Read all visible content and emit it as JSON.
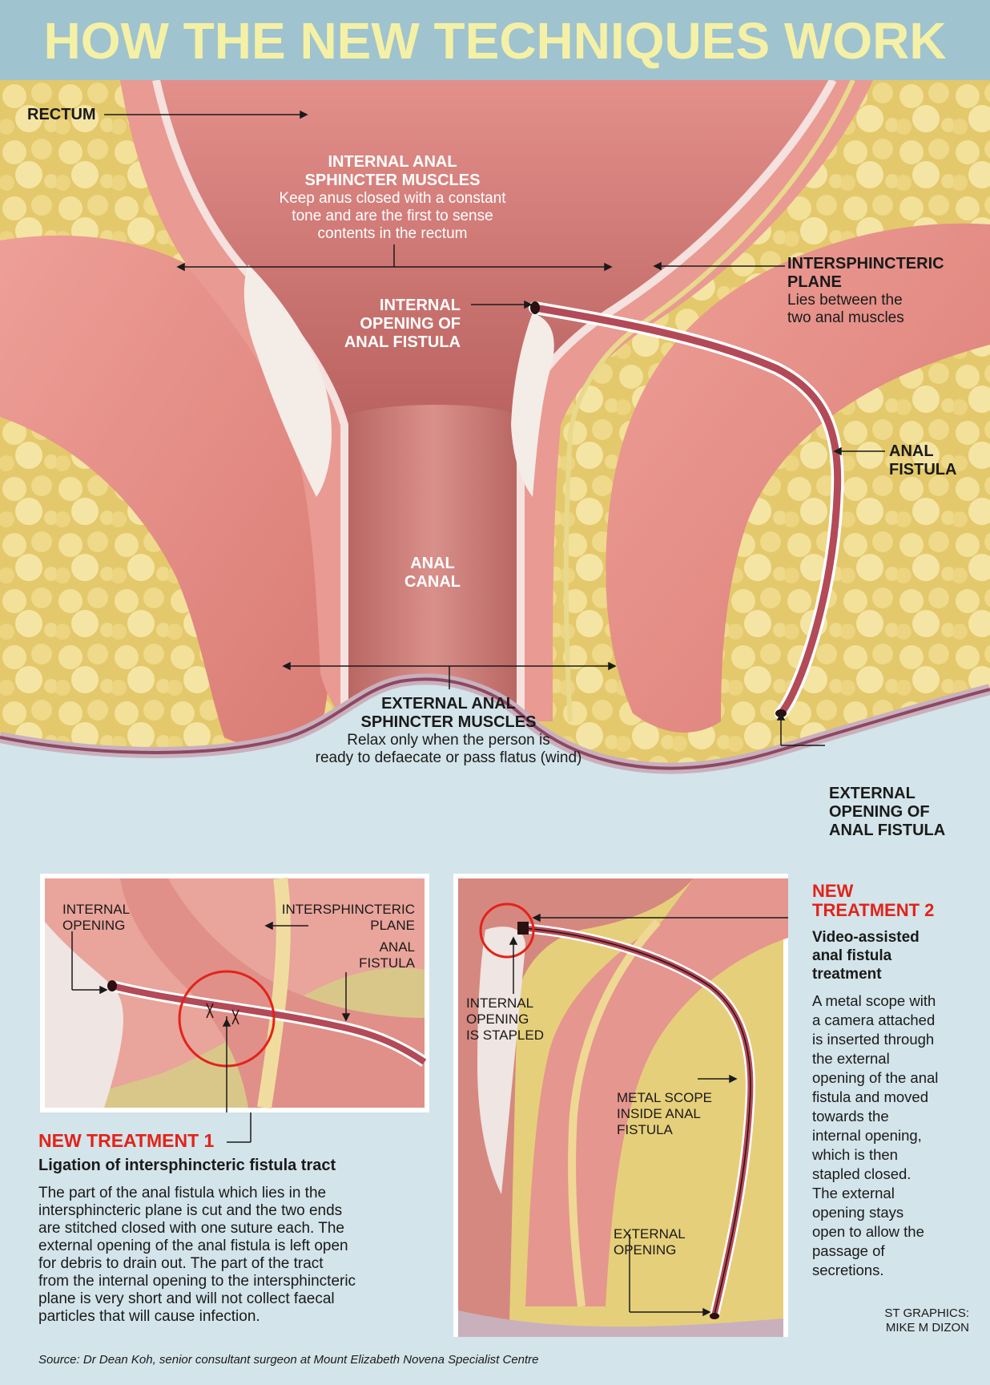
{
  "header": {
    "title": "HOW THE NEW TECHNIQUES WORK"
  },
  "main": {
    "rectum": "RECTUM",
    "internal_sphincter": {
      "title_line1": "INTERNAL ANAL",
      "title_line2": "SPHINCTER MUSCLES",
      "desc_line1": "Keep anus closed with a constant",
      "desc_line2": "tone and are the first to sense",
      "desc_line3": "contents in the rectum"
    },
    "intersphincteric_plane": {
      "title_line1": "INTERSPHINCTERIC",
      "title_line2": "PLANE",
      "desc_line1": "Lies between the",
      "desc_line2": "two anal muscles"
    },
    "internal_opening": {
      "line1": "INTERNAL",
      "line2": "OPENING OF",
      "line3": "ANAL FISTULA"
    },
    "anal_fistula": {
      "line1": "ANAL",
      "line2": "FISTULA"
    },
    "anal_canal": {
      "line1": "ANAL",
      "line2": "CANAL"
    },
    "external_sphincter": {
      "title_line1": "EXTERNAL ANAL",
      "title_line2": "SPHINCTER MUSCLES",
      "desc_line1": "Relax only when the person is",
      "desc_line2": "ready to defaecate or pass flatus (wind)"
    },
    "external_opening": {
      "line1": "EXTERNAL",
      "line2": "OPENING OF",
      "line3": "ANAL FISTULA"
    }
  },
  "treatment1": {
    "inset_labels": {
      "internal_opening_line1": "INTERNAL",
      "internal_opening_line2": "OPENING",
      "intersphincteric_line1": "INTERSPHINCTERIC",
      "intersphincteric_line2": "PLANE",
      "anal_fistula_line1": "ANAL",
      "anal_fistula_line2": "FISTULA"
    },
    "title": "NEW TREATMENT 1",
    "subtitle": "Ligation of intersphincteric fistula tract",
    "body": [
      "The part of the anal fistula which lies in the",
      "intersphincteric plane is cut and the two ends",
      "are stitched closed with one suture each. The",
      "external opening of the anal fistula is left open",
      "for debris to drain out. The part of the tract",
      "from the internal opening to the intersphincteric",
      "plane is very short and will not collect faecal",
      "particles that will cause infection."
    ]
  },
  "treatment2": {
    "inset_labels": {
      "internal_stapled_line1": "INTERNAL",
      "internal_stapled_line2": "OPENING",
      "internal_stapled_line3": "IS STAPLED",
      "metal_scope_line1": "METAL SCOPE",
      "metal_scope_line2": "INSIDE ANAL",
      "metal_scope_line3": "FISTULA",
      "external_opening_line1": "EXTERNAL",
      "external_opening_line2": "OPENING"
    },
    "title_line1": "NEW",
    "title_line2": "TREATMENT 2",
    "subtitle_line1": "Video-assisted",
    "subtitle_line2": "anal fistula",
    "subtitle_line3": "treatment",
    "body": [
      "A metal scope with",
      "a camera attached",
      "is inserted through",
      "the external",
      "opening of the anal",
      "fistula and moved",
      "towards the",
      "internal opening,",
      "which is then",
      "stapled closed.",
      "The external",
      "opening stays",
      "open to allow the",
      "passage of",
      "secretions."
    ]
  },
  "credit": {
    "line1": "ST GRAPHICS:",
    "line2": "MIKE M DIZON"
  },
  "source": "Source: Dr Dean Koh, senior consultant surgeon at Mount Elizabeth Novena Specialist Centre",
  "colors": {
    "header_bg": "#9fc3cf",
    "title": "#f4f1a6",
    "muscle": "#e58e86",
    "fat": "#e8d27a",
    "accent_red": "#e2231a",
    "background": "#d3e4ea"
  }
}
